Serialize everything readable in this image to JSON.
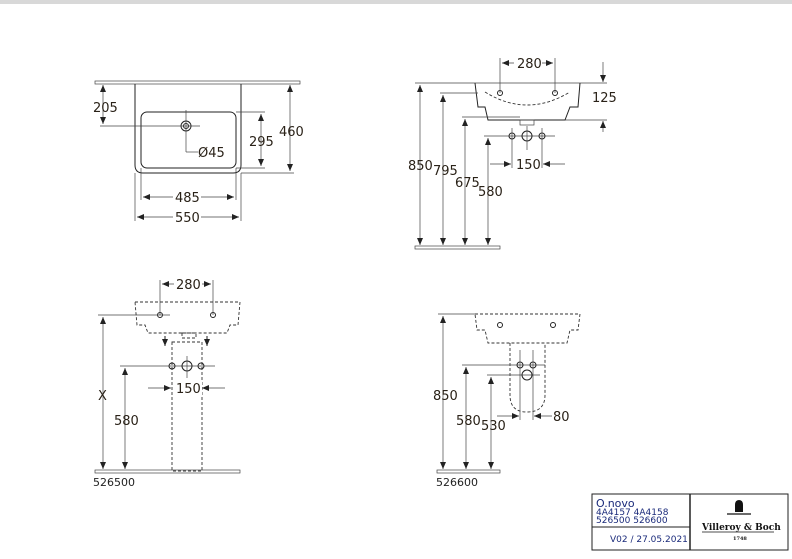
{
  "views": {
    "plan": {
      "dims": {
        "d205": "205",
        "d295": "295",
        "d460": "460",
        "d485": "485",
        "d550": "550",
        "drain": "Ø45"
      }
    },
    "side": {
      "dims": {
        "d280": "280",
        "d125": "125",
        "d850": "850",
        "d795": "795",
        "d675": "675",
        "d580": "580",
        "d150": "150"
      }
    },
    "pedestal": {
      "dims": {
        "d280": "280",
        "dx": "X",
        "d580": "580",
        "d150": "150"
      },
      "code": "526500"
    },
    "semi_pedestal": {
      "dims": {
        "d850": "850",
        "d580": "580",
        "d530": "530",
        "d80": "80"
      },
      "code": "526600"
    }
  },
  "title_block": {
    "product": "O.novo",
    "codes_line1": "4A4157  4A4158",
    "codes_line2": "526500  526600",
    "version": "V02 / 27.05.2021",
    "brand": "Villeroy & Boch",
    "brand_year": "1748"
  }
}
